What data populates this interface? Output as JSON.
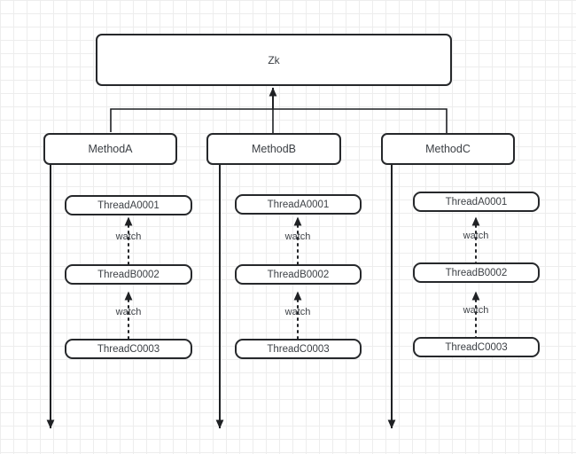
{
  "diagram": {
    "title_node": {
      "label": "Zk"
    },
    "style": {
      "node_border_color": "#26282b",
      "node_fill": "#ffffff",
      "edge_color": "#1f2124",
      "text_color": "#3b3f44",
      "grid_minor_color": "#ededed",
      "grid_major_color": "#e0e0e0"
    },
    "methods": [
      {
        "label": "MethodA"
      },
      {
        "label": "MethodB"
      },
      {
        "label": "MethodC"
      }
    ],
    "columns": [
      {
        "method": "MethodA",
        "threads": [
          {
            "label": "ThreadA0001"
          },
          {
            "label": "ThreadB0002"
          },
          {
            "label": "ThreadC0003"
          }
        ],
        "watch_labels": [
          "watch",
          "watch"
        ]
      },
      {
        "method": "MethodB",
        "threads": [
          {
            "label": "ThreadA0001"
          },
          {
            "label": "ThreadB0002"
          },
          {
            "label": "ThreadC0003"
          }
        ],
        "watch_labels": [
          "watch",
          "watch"
        ]
      },
      {
        "method": "MethodC",
        "threads": [
          {
            "label": "ThreadA0001"
          },
          {
            "label": "ThreadB0002"
          },
          {
            "label": "ThreadC0003"
          }
        ],
        "watch_labels": [
          "watch",
          "watch"
        ]
      }
    ]
  }
}
